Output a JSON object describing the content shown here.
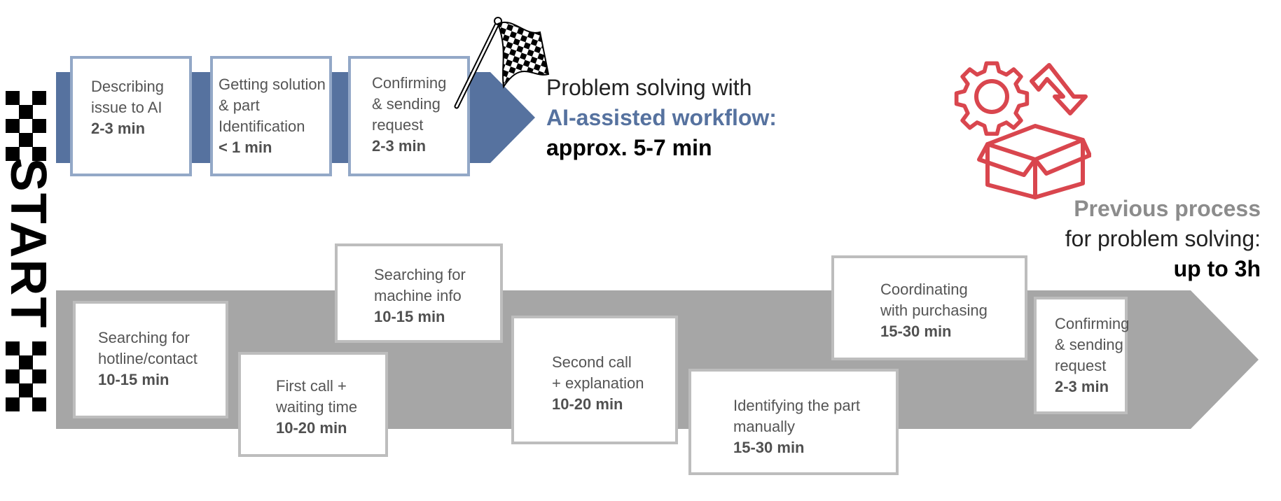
{
  "colors": {
    "ai_arrow": "#56729f",
    "ai_border": "#93a8c7",
    "ai_text": "#56729f",
    "prev_arrow": "#a6a6a6",
    "prev_border": "#bdbdbd",
    "prev_heading": "#8c8c8c",
    "icon_red": "#d9464e"
  },
  "start_label": "START",
  "ai_workflow": {
    "heading_line1": "Problem solving with",
    "heading_line2": "AI-assisted workflow:",
    "heading_line3": "approx. 5-7 min",
    "steps": [
      {
        "text": "Describing\nissue to AI",
        "duration": "2-3 min"
      },
      {
        "text": "Getting solution\n& part\nIdentification",
        "duration": "< 1 min"
      },
      {
        "text": "Confirming\n& sending\nrequest",
        "duration": "2-3 min"
      }
    ]
  },
  "previous_process": {
    "heading_line1": "Previous process",
    "heading_line2": "for problem solving:",
    "heading_line3": "up to 3h",
    "steps": [
      {
        "text": "Searching for\nhotline/contact",
        "duration": "10-15 min"
      },
      {
        "text": "First call +\nwaiting time",
        "duration": "10-20 min"
      },
      {
        "text": "Searching for\nmachine info",
        "duration": "10-15 min"
      },
      {
        "text": "Second call\n+ explanation",
        "duration": "10-20 min"
      },
      {
        "text": "Identifying the part\nmanually",
        "duration": "15-30 min"
      },
      {
        "text": "Coordinating\nwith purchasing",
        "duration": "15-30 min"
      },
      {
        "text": "Confirming\n& sending\nrequest",
        "duration": "2-3 min"
      }
    ]
  },
  "icons": {
    "finish": "checkered-flag-icon",
    "gear_box": "gear-box-icon"
  }
}
